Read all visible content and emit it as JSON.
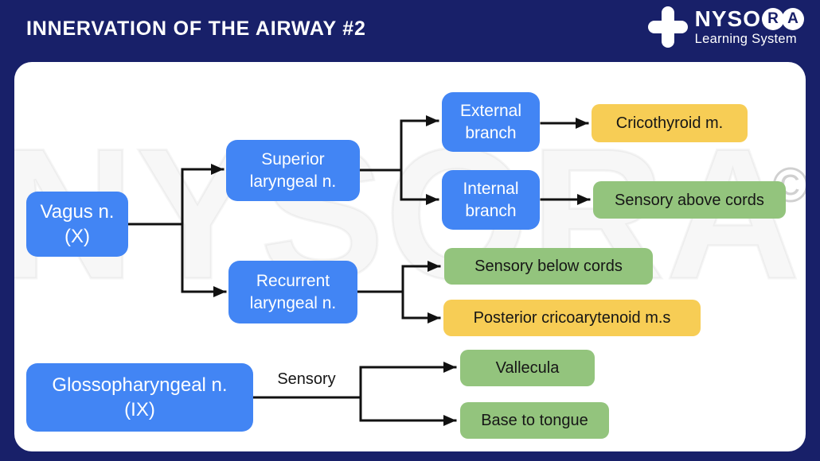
{
  "header": {
    "title": "INNERVATION OF THE AIRWAY #2",
    "logo": {
      "prefix": "NYSO",
      "circle_letters": [
        "R",
        "A"
      ],
      "subtitle": "Learning System"
    }
  },
  "watermark": {
    "text": "NYSORA",
    "symbol": "©"
  },
  "colors": {
    "background": "#182069",
    "panel": "#ffffff",
    "nerve_box": "#4285f4",
    "muscle_box": "#f7cd55",
    "sensory_box": "#93c47d",
    "connector_line": "#111111"
  },
  "diagram": {
    "nodes": {
      "vagus": {
        "label": "Vagus n.\n(X)",
        "type": "nerve"
      },
      "superior_laryngeal": {
        "label": "Superior\nlaryngeal n.",
        "type": "nerve"
      },
      "external_branch": {
        "label": "External\nbranch",
        "type": "nerve"
      },
      "internal_branch": {
        "label": "Internal\nbranch",
        "type": "nerve"
      },
      "cricothyroid": {
        "label": "Cricothyroid m.",
        "type": "muscle"
      },
      "sensory_above_cords": {
        "label": "Sensory above cords",
        "type": "sensory"
      },
      "recurrent_laryngeal": {
        "label": "Recurrent\nlaryngeal n.",
        "type": "nerve"
      },
      "sensory_below_cords": {
        "label": "Sensory below cords",
        "type": "sensory"
      },
      "posterior_cricoarytenoid": {
        "label": "Posterior cricoarytenoid m.s",
        "type": "muscle"
      },
      "glossopharyngeal": {
        "label": "Glossopharyngeal n.\n(IX)",
        "type": "nerve"
      },
      "vallecula": {
        "label": "Vallecula",
        "type": "sensory"
      },
      "base_to_tongue": {
        "label": "Base to tongue",
        "type": "sensory"
      }
    },
    "edge_labels": {
      "glossopharyngeal_sensory": "Sensory"
    }
  }
}
